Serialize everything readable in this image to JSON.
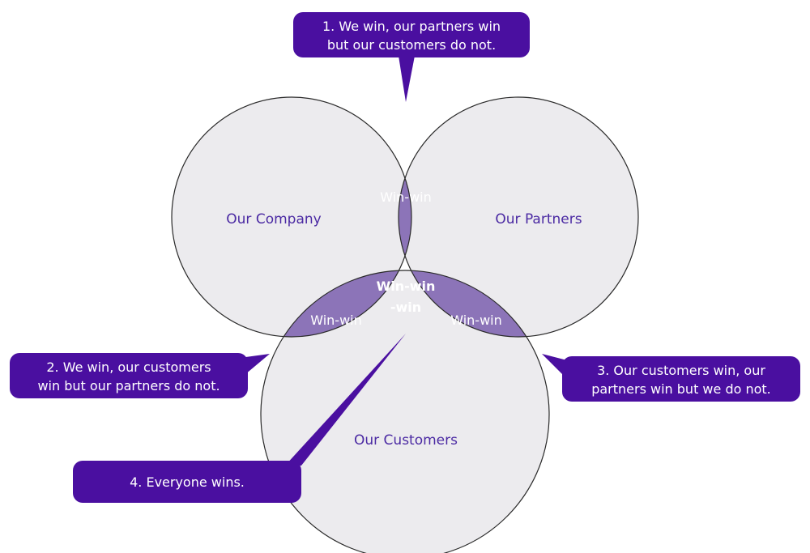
{
  "colors": {
    "circle_fill": "#ecebee",
    "circle_stroke": "#2a2a2a",
    "pair_overlap": "#8c74b8",
    "triple_overlap": "#4a0fa0",
    "callout_fill": "#4a0fa0",
    "set_label_text": "#4b2aa3"
  },
  "sets": {
    "company": "Our Company",
    "partners": "Our Partners",
    "customers": "Our Customers"
  },
  "overlaps": {
    "company_partners": "Win-win",
    "company_customers": "Win-win",
    "partners_customers": "Win-win",
    "all_line1": "Win-win",
    "all_line2": "-win"
  },
  "callouts": {
    "c1": {
      "line1": "1. We win, our partners win",
      "line2": "but our customers do not."
    },
    "c2": {
      "line1": "2. We win, our customers",
      "line2": "win but our partners do not."
    },
    "c3": {
      "line1": "3. Our customers win, our",
      "line2": "partners win but we do not."
    },
    "c4": {
      "line1": "4. Everyone wins."
    }
  }
}
